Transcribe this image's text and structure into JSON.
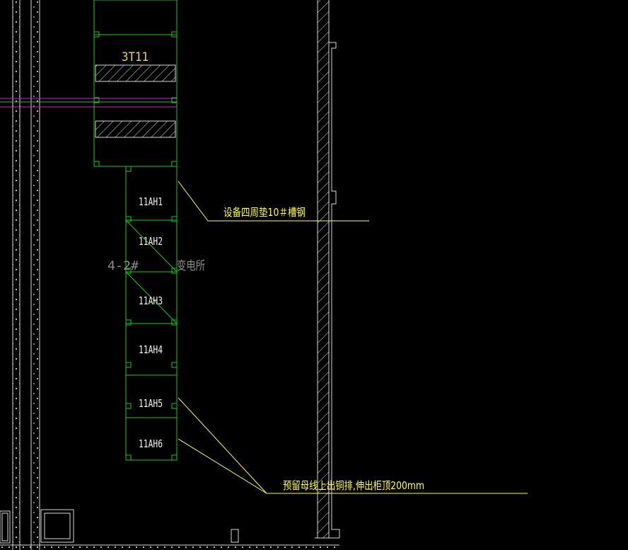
{
  "colors": {
    "background": "#000000",
    "equipment": "#19c719",
    "label": "#f2f2f2",
    "transformer_label": "#e8d94a",
    "annotation": "#ffff3c",
    "wall": "#d9d9d9",
    "room_label": "#8c8c8c",
    "busline_magenta": "#d020d0",
    "busline_green": "#20c020"
  },
  "transformer": {
    "label": "3T11"
  },
  "cabinets": [
    {
      "label": "11AH1"
    },
    {
      "label": "11AH2"
    },
    {
      "label": "11AH3"
    },
    {
      "label": "11AH4"
    },
    {
      "label": "11AH5"
    },
    {
      "label": "11AH6"
    }
  ],
  "room": {
    "label_left": "4-2#",
    "label_right": "变电所"
  },
  "annotations": {
    "channel_steel": "设备四周垫10＃槽钢",
    "busbar": "预留母线上出铜排,伸出柜顶200mm"
  }
}
